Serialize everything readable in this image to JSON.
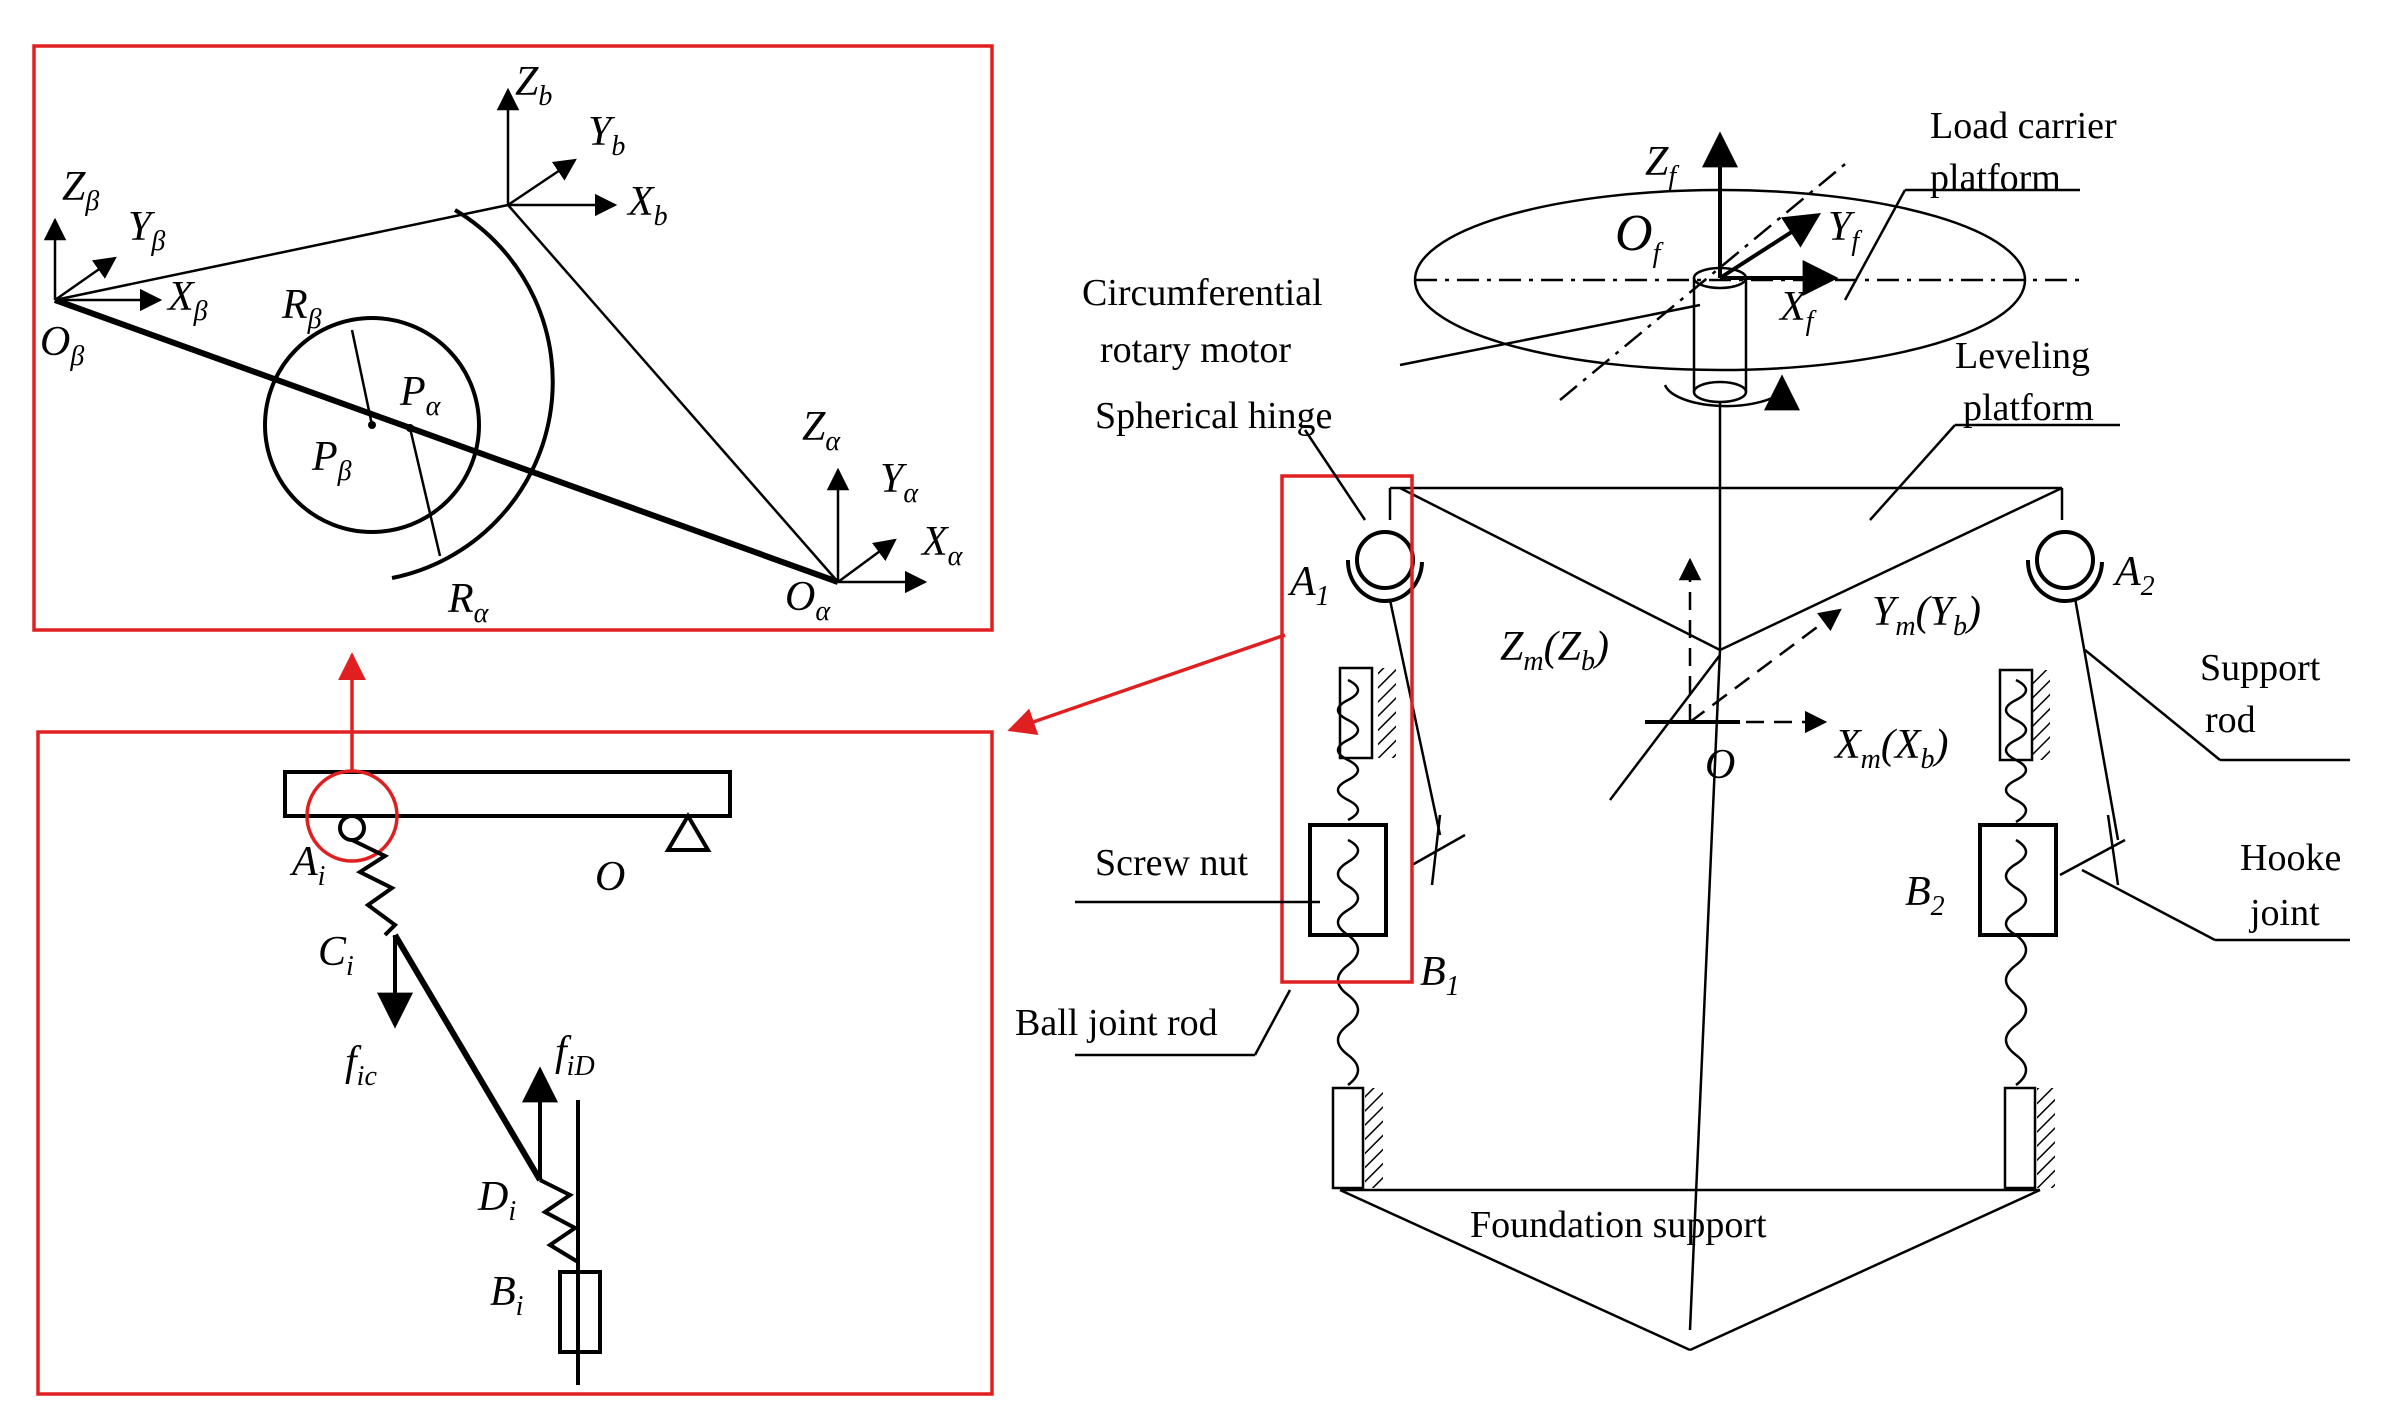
{
  "colors": {
    "highlight": "#e02020",
    "ink": "#000000"
  },
  "labels": {
    "load_carrier_1": "Load carrier",
    "load_carrier_2": "platform",
    "circ_motor_1": "Circumferential",
    "circ_motor_2": "rotary motor",
    "leveling_1": "Leveling",
    "leveling_2": "platform",
    "spherical_hinge": "Spherical hinge",
    "support_rod_1": "Support",
    "support_rod_2": "rod",
    "screw_nut": "Screw nut",
    "hooke_1": "Hooke",
    "hooke_2": "joint",
    "ball_joint_rod": "Ball joint rod",
    "foundation": "Foundation support"
  },
  "symbols": {
    "Zf": [
      "Z",
      "f"
    ],
    "Yf": [
      "Y",
      "f"
    ],
    "Xf": [
      "X",
      "f"
    ],
    "Of": [
      "O",
      "f"
    ],
    "A1": [
      "A",
      "1"
    ],
    "A2": [
      "A",
      "2"
    ],
    "B1": [
      "B",
      "1"
    ],
    "B2": [
      "B",
      "2"
    ],
    "Zm": [
      "Z",
      "m",
      "(Z",
      "b",
      ")"
    ],
    "Ym": [
      "Y",
      "m",
      "(Y",
      "b",
      ")"
    ],
    "Xm": [
      "X",
      "m",
      "(X",
      "b",
      ")"
    ],
    "O": "O",
    "Zb": [
      "Z",
      "b"
    ],
    "Yb": [
      "Y",
      "b"
    ],
    "Xb": [
      "X",
      "b"
    ],
    "Zbeta": [
      "Z",
      "β"
    ],
    "Ybeta": [
      "Y",
      "β"
    ],
    "Xbeta": [
      "X",
      "β"
    ],
    "Obeta": [
      "O",
      "β"
    ],
    "Rbeta": [
      "R",
      "β"
    ],
    "Pbeta": [
      "P",
      "β"
    ],
    "Palpha": [
      "P",
      "α"
    ],
    "Ralpha": [
      "R",
      "α"
    ],
    "Zalpha": [
      "Z",
      "α"
    ],
    "Yalpha": [
      "Y",
      "α"
    ],
    "Xalpha": [
      "X",
      "α"
    ],
    "Oalpha": [
      "O",
      "α"
    ],
    "Ai": [
      "A",
      "i"
    ],
    "Ci": [
      "C",
      "i"
    ],
    "Di": [
      "D",
      "i"
    ],
    "Bi": [
      "B",
      "i"
    ],
    "fic": [
      "f",
      "ic"
    ],
    "fiD": [
      "f",
      "iD"
    ],
    "O2": "O"
  }
}
